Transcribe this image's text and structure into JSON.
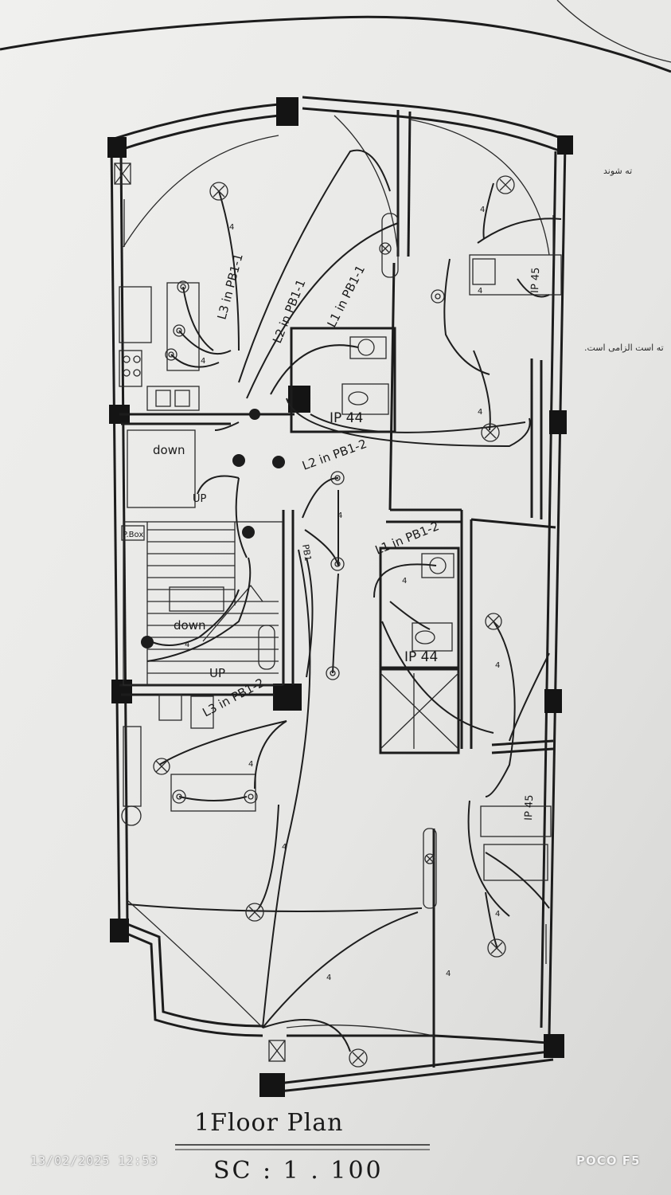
{
  "plan": {
    "title": "1Floor  Plan",
    "scale": "SC  :  1 . 100"
  },
  "circuit_labels": [
    "L3 in PB1-1",
    "L2 in PB1-1",
    "L1 in PB1-1",
    "L2 in PB1-2",
    "L1 in PB1-2",
    "L3 in PB1-2",
    "PB1"
  ],
  "room_labels": {
    "ip_upper": "IP 44",
    "ip_lower": "IP 44",
    "ip_kitchen_right": "IP 45",
    "ip_kitchen_lower": "IP 45",
    "down_upper": "down",
    "down_lower": "down",
    "up_upper": "UP",
    "up_lower": "UP",
    "pbox": "P.Box"
  },
  "wire_count_marks": [
    "4",
    "4",
    "4",
    "4",
    "4",
    "4",
    "4",
    "4",
    "4",
    "4",
    "4",
    "4",
    "4",
    "4"
  ],
  "side_notes": {
    "note_1": "ته شوند",
    "note_2": "ته است الزامی است."
  },
  "photo_stamp": {
    "date": "13/02/2025  12:53",
    "device": "POCO F5"
  },
  "colors": {
    "paper": "#e8e8e6",
    "ink": "#1c1c1c"
  }
}
